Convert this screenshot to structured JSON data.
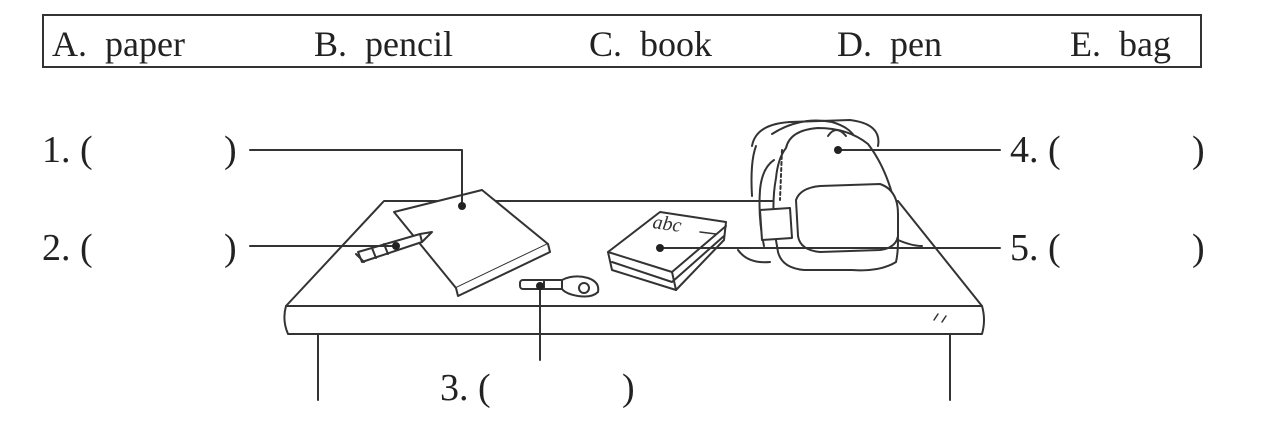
{
  "options": [
    {
      "letter": "A.",
      "word": "paper"
    },
    {
      "letter": "B.",
      "word": "pencil"
    },
    {
      "letter": "C.",
      "word": "book"
    },
    {
      "letter": "D.",
      "word": "pen"
    },
    {
      "letter": "E.",
      "word": "bag"
    }
  ],
  "answers": [
    {
      "label": "1. (",
      "close": ")"
    },
    {
      "label": "2. (",
      "close": ")"
    },
    {
      "label": "3. (",
      "close": ")"
    },
    {
      "label": "4. (",
      "close": ")"
    },
    {
      "label": "5. (",
      "close": ")"
    }
  ],
  "book_cover_text": "abc"
}
